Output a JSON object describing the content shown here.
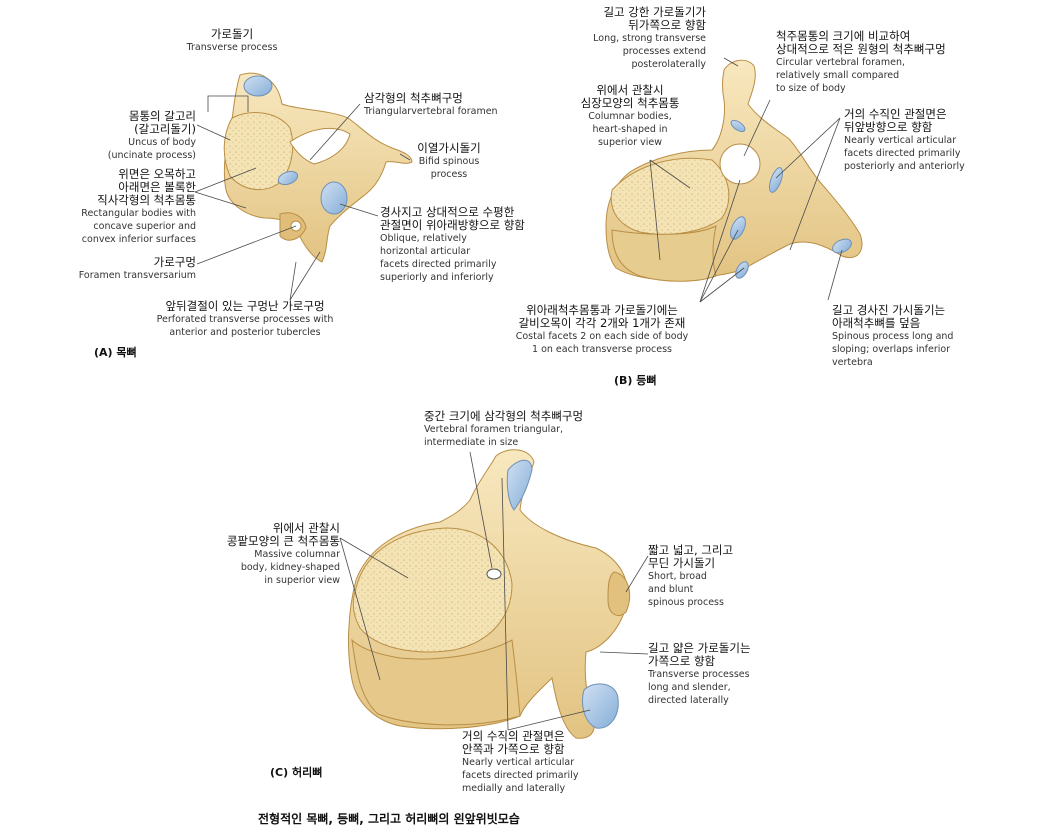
{
  "labels": {
    "a_transverse": {
      "ko": "가로돌기",
      "en": [
        "Transverse process"
      ]
    },
    "a_uncus": {
      "ko": [
        "몸통의 갈고리",
        "(갈고리돌기)"
      ],
      "en": [
        "Uncus of body",
        "(uncinate process)"
      ]
    },
    "a_bodies": {
      "ko": [
        "위면은 오목하고",
        "아래면은 볼록한",
        "직사각형의 척추몸통"
      ],
      "en": [
        "Rectangular bodies with",
        "concave superior and",
        "convex inferior surfaces"
      ]
    },
    "a_foramen_trans": {
      "ko": "가로구멍",
      "en": [
        "Foramen transversarium"
      ]
    },
    "a_perforated": {
      "ko": "앞뒤결절이 있는 구멍난 가로구멍",
      "en": [
        "Perforated transverse processes with",
        "anterior and posterior tubercles"
      ]
    },
    "a_triangular": {
      "ko": "삼각형의 척추뼈구멍",
      "en": [
        "Triangularvertebral foramen"
      ]
    },
    "a_bifid": {
      "ko": "이열가시돌기",
      "en": [
        "Bifid spinous",
        "process"
      ]
    },
    "a_oblique": {
      "ko": [
        "경사지고 상대적으로 수평한",
        "관절면이 위아래방향으로 향함"
      ],
      "en": [
        "Oblique, relatively",
        "horizontal articular",
        "facets directed primarily",
        "superiorly and inferiorly"
      ]
    },
    "b_long_strong": {
      "ko": [
        "길고 강한 가로돌기가",
        "뒤가쪽으로 향함"
      ],
      "en": [
        "Long, strong transverse",
        "processes extend",
        "posterolaterally"
      ]
    },
    "b_heart": {
      "ko": [
        "위에서 관찰시",
        "심장모양의 척추몸통"
      ],
      "en": [
        "Columnar bodies,",
        "heart-shaped in",
        "superior view"
      ]
    },
    "b_circular": {
      "ko": [
        "척주몸통의 크기에 비교하여",
        "상대적으로 적은 원형의 척추뼈구멍"
      ],
      "en": [
        "Circular vertebral foramen,",
        "relatively small compared",
        "to size of body"
      ]
    },
    "b_vertical": {
      "ko": [
        "거의 수직인 관절면은",
        "뒤앞방향으로 향함"
      ],
      "en": [
        "Nearly vertical articular",
        "facets directed primarily",
        "posteriorly and anteriorly"
      ]
    },
    "b_costal": {
      "ko": [
        "위아래척추몸통과 가로돌기에는",
        "갈비오목이 각각 2개와 1개가 존재"
      ],
      "en": [
        "Costal facets 2 on each side of body",
        "1 on each transverse process"
      ]
    },
    "b_spinous": {
      "ko": [
        "길고 경사진 가시돌기는",
        "아래척추뼈를 덮음"
      ],
      "en": [
        "Spinous process long and",
        "sloping; overlaps inferior",
        "vertebra"
      ]
    },
    "c_foramen": {
      "ko": "중간 크기에 삼각형의 척추뼈구멍",
      "en": [
        "Vertebral foramen triangular,",
        "intermediate in size"
      ]
    },
    "c_massive": {
      "ko": [
        "위에서 관찰시",
        "콩팥모양의 큰 척주몸통"
      ],
      "en": [
        "Massive columnar",
        "body, kidney-shaped",
        "in superior view"
      ]
    },
    "c_short": {
      "ko": [
        "짧고 넓고, 그리고",
        "무딘 가시돌기"
      ],
      "en": [
        "Short, broad",
        "and blunt",
        "spinous process"
      ]
    },
    "c_long_slender": {
      "ko": [
        "길고 얇은 가로돌기는",
        "가쪽으로 향함"
      ],
      "en": [
        "Transverse processes",
        "long and slender,",
        "directed laterally"
      ]
    },
    "c_vertical": {
      "ko": [
        "거의 수직의 관절면은",
        "안쪽과 가쪽으로 향함"
      ],
      "en": [
        "Nearly vertical articular",
        "facets directed primarily",
        "medially and laterally"
      ]
    }
  },
  "panels": {
    "a": "(A) 목뼈",
    "b": "(B) 등뼈",
    "c": "(C) 허리뼈"
  },
  "caption": "전형적인 목뼈, 등뼈, 그리고 허리뼈의 왼앞위빗모습",
  "colors": {
    "bone": "#f2dca7",
    "bone_dark": "#c9a766",
    "facet": "#a9c7e6",
    "line": "#4a4a4a"
  }
}
